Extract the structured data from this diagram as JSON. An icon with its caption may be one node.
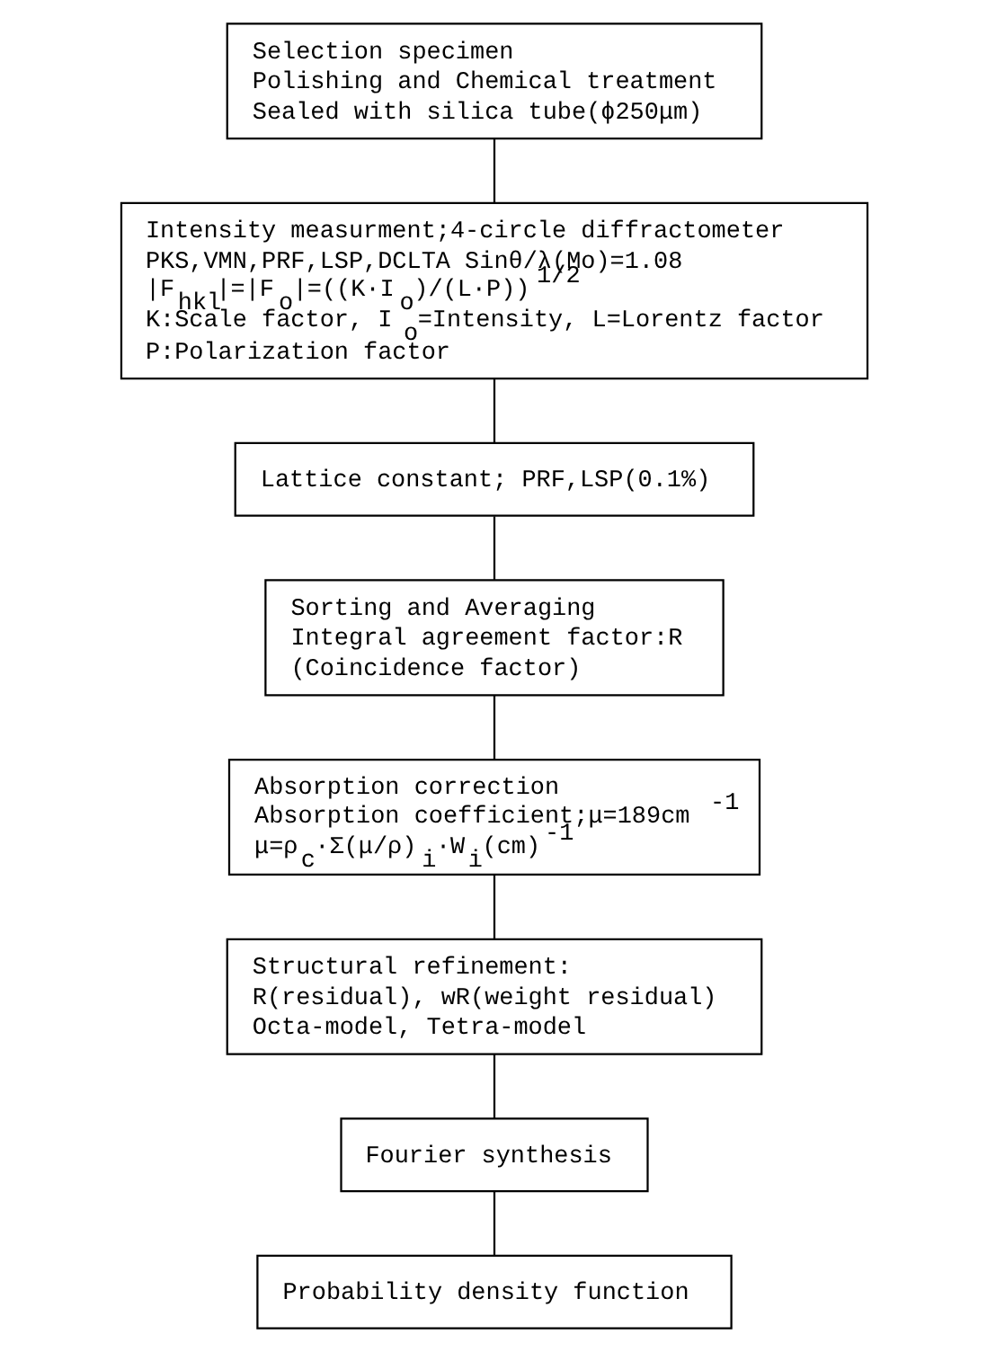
{
  "diagram": {
    "nodes": [
      {
        "text": [
          "Selection specimen",
          "Polishing and Chemical treatment",
          "Sealed with silica tube(ϕ250μm)"
        ]
      },
      {
        "text": [
          "Intensity measurment;4-circle diffractometer",
          "PKS,VMN,PRF,LSP,DCLTA Sinθ/λ(Mo)=1.08",
          "|F$_{hkl}$|=|F$_{o}$|=((K·I$_{o}$)/(L·P))$^{1/2}$",
          "K:Scale factor, I$_{o}$=Intensity, L=Lorentz factor",
          "P:Polarization factor"
        ]
      },
      {
        "text": [
          "Lattice constant; PRF,LSP(0.1%)"
        ]
      },
      {
        "text": [
          "Sorting and Averaging",
          "Integral agreement factor:R",
          "(Coincidence factor)"
        ]
      },
      {
        "text": [
          "Absorption correction",
          "Absorption coefficient;μ=189cm$^{-1}$",
          "μ=ρ$_{c}$·Σ(μ/ρ)$_{i}$·W$_{i}$(cm)$^{-1}$"
        ]
      },
      {
        "text": [
          "Structural refinement:",
          "R(residual), wR(weight residual)",
          "Octa-model, Tetra-model"
        ]
      },
      {
        "text": [
          "Fourier synthesis"
        ]
      },
      {
        "text": [
          "Probability density function"
        ]
      }
    ],
    "edges": [
      {
        "from": 0,
        "to": 1,
        "arrow": "none"
      },
      {
        "from": 1,
        "to": 2,
        "arrow": "none"
      },
      {
        "from": 2,
        "to": 3,
        "arrow": "none"
      },
      {
        "from": 3,
        "to": 4,
        "arrow": "none"
      },
      {
        "from": 4,
        "to": 5,
        "arrow": "none"
      },
      {
        "from": 5,
        "to": 6,
        "arrow": "none"
      },
      {
        "from": 6,
        "to": 7,
        "arrow": "none"
      }
    ]
  }
}
